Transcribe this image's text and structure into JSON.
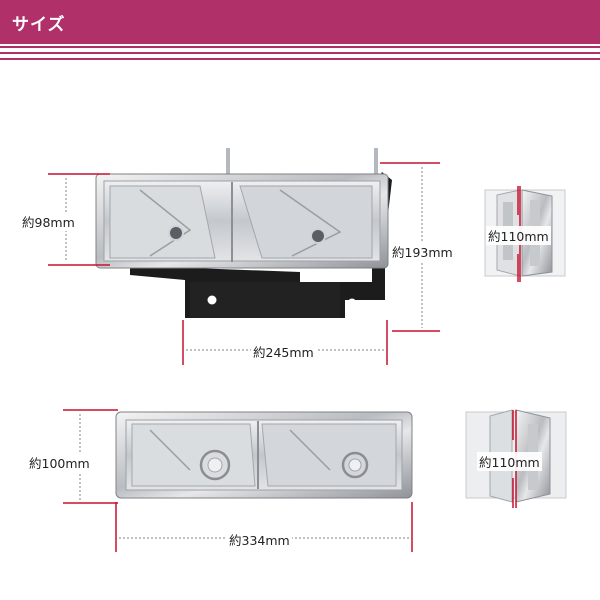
{
  "header": {
    "title": "サイズ",
    "color": "#b0306a"
  },
  "dimensions": {
    "headlight_height": "約98mm",
    "headlight_total_height": "約193mm",
    "headlight_width": "約245mm",
    "headlight_depth": "約110mm",
    "corner_height": "約100mm",
    "corner_width": "約334mm",
    "corner_depth": "約110mm"
  },
  "colors": {
    "dimension_line": "#c8102e",
    "guide_line": "#c8102e"
  }
}
